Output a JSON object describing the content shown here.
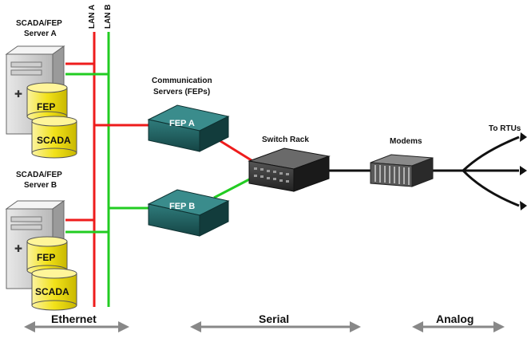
{
  "servers": [
    {
      "label_line1": "SCADA/FEP",
      "label_line2": "Server A",
      "db_top": "FEP",
      "db_bottom": "SCADA"
    },
    {
      "label_line1": "SCADA/FEP",
      "label_line2": "Server B",
      "db_top": "FEP",
      "db_bottom": "SCADA"
    }
  ],
  "lans": {
    "a": "LAN A",
    "b": "LAN B"
  },
  "comm_servers": {
    "line1": "Communication",
    "line2": "Servers (FEPs)"
  },
  "fep_a": "FEP A",
  "fep_b": "FEP B",
  "switch_rack": "Switch Rack",
  "modems": "Modems",
  "to_rtus": "To RTUs",
  "segments": {
    "ethernet": "Ethernet",
    "serial": "Serial",
    "analog": "Analog"
  },
  "colors": {
    "lan_a": "#ee1c1c",
    "lan_b": "#22cc22",
    "serial": "#111111",
    "fep_box": "#1f5e5e",
    "db_cylinder": "#f2e21a"
  }
}
